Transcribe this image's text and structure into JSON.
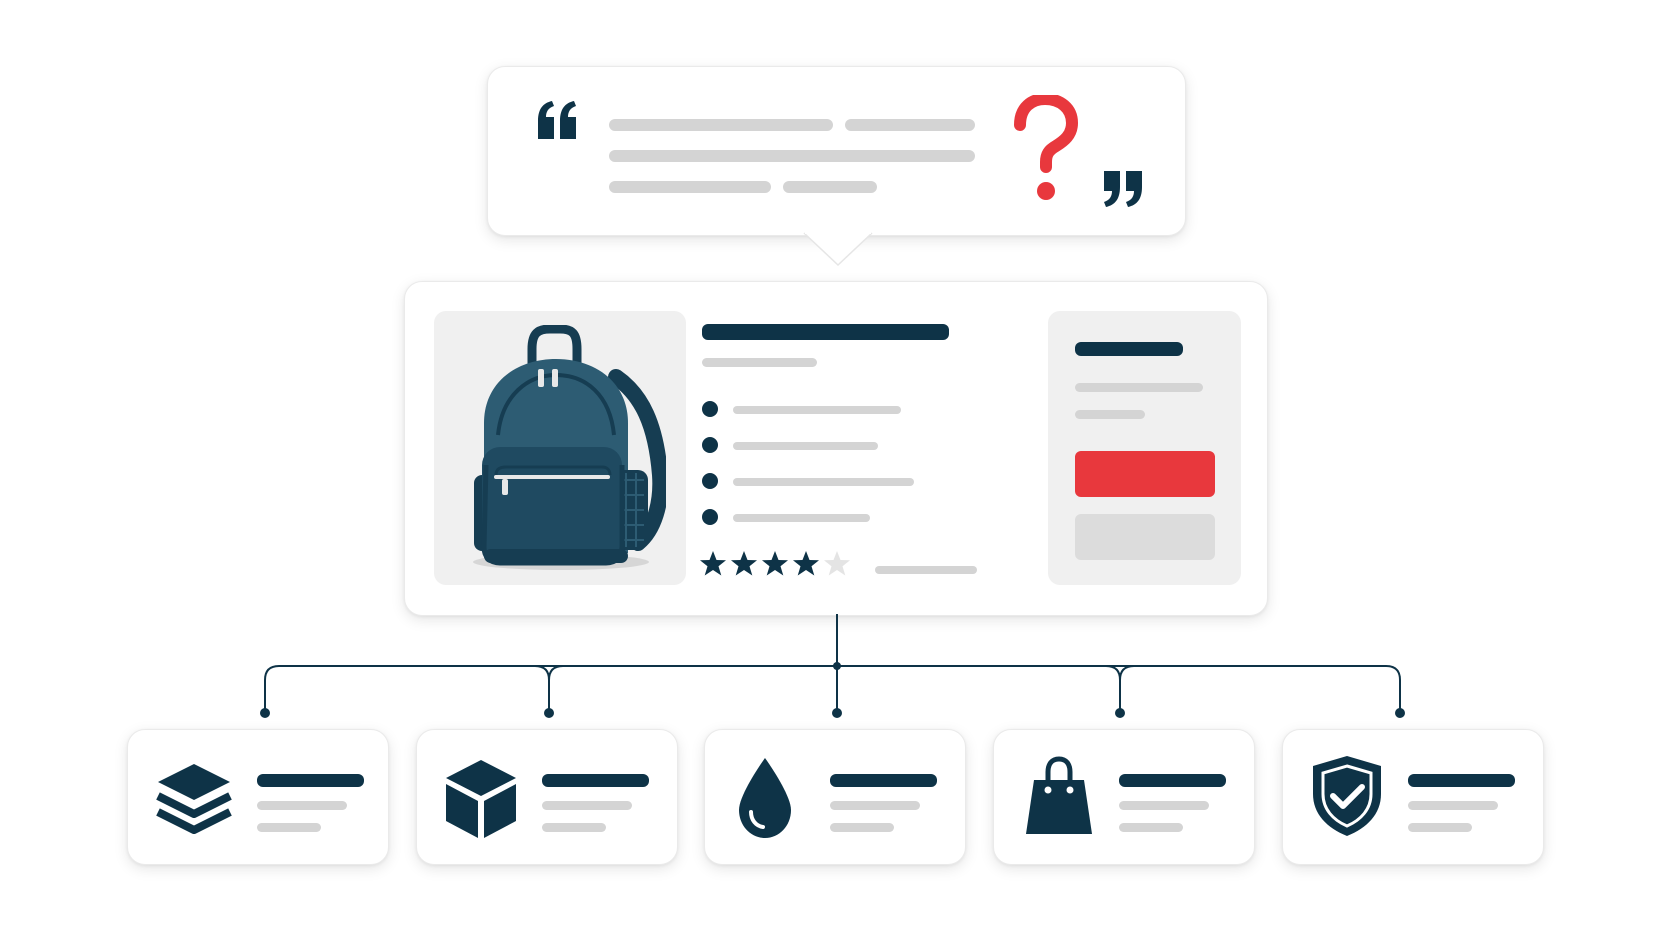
{
  "colors": {
    "navy": "#0e3347",
    "accent_red": "#e8383d",
    "placeholder_grey": "#d4d4d4",
    "panel_grey": "#f0f0f0",
    "button_grey": "#dcdcdc",
    "backpack_body": "#2d5c73",
    "backpack_dark": "#163d52"
  },
  "quote_bubble": {
    "open_quote_icon": "left-double-quote-icon",
    "question_icon": "question-mark-icon",
    "close_quote_icon": "right-double-quote-icon",
    "text_line_count": 3
  },
  "product_card": {
    "image_icon": "backpack-icon",
    "feature_bullet_count": 4,
    "rating": {
      "filled_stars": 4,
      "total_stars": 5
    },
    "purchase_panel": {
      "primary_button_color": "#e8383d",
      "secondary_button_color": "#dcdcdc"
    }
  },
  "feature_cards": [
    {
      "icon": "layers-icon"
    },
    {
      "icon": "cube-icon"
    },
    {
      "icon": "water-drop-icon"
    },
    {
      "icon": "shopping-bag-icon"
    },
    {
      "icon": "shield-check-icon"
    }
  ]
}
